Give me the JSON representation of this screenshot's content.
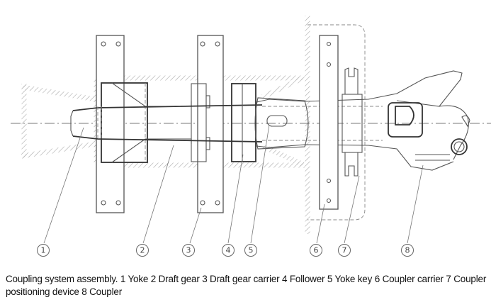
{
  "figure": {
    "caption": "Coupling system assembly. 1 Yoke 2 Draft gear 3 Draft gear carrier 4 Follower 5 Yoke key 6 Coupler carrier 7 Coupler positioning device 8 Coupler",
    "callouts": [
      {
        "number": "1",
        "part": "Yoke"
      },
      {
        "number": "2",
        "part": "Draft gear"
      },
      {
        "number": "3",
        "part": "Draft gear carrier"
      },
      {
        "number": "4",
        "part": "Follower"
      },
      {
        "number": "5",
        "part": "Yoke key"
      },
      {
        "number": "6",
        "part": "Coupler carrier"
      },
      {
        "number": "7",
        "part": "Coupler positioning device"
      },
      {
        "number": "8",
        "part": "Coupler"
      }
    ]
  }
}
